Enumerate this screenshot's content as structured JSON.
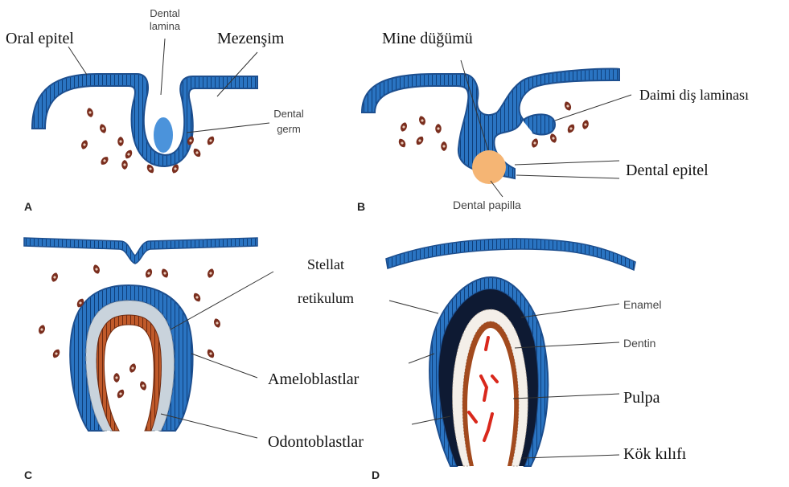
{
  "labels": {
    "oral_epitel": "Oral epitel",
    "dental_lamina_1": "Dental",
    "dental_lamina_2": "lamina",
    "mezenşim": "Mezenşim",
    "dental_germ_1": "Dental",
    "dental_germ_2": "germ",
    "mine_dugumu": "Mine düğümü",
    "daimi_dis_laminasi": "Daimi diş laminası",
    "dental_epitel": "Dental epitel",
    "dental_papilla": "Dental papilla",
    "stellat": "Stellat",
    "retikulum": "retikulum",
    "ameloblastlar": "Ameloblastlar",
    "odontoblastlar": "Odontoblastlar",
    "enamel": "Enamel",
    "dentin": "Dentin",
    "pulpa": "Pulpa",
    "kok_kilifi": "Kök kılıfı"
  },
  "panels": [
    "A",
    "B",
    "C",
    "D"
  ],
  "colors": {
    "epithelium": "#2a74c2",
    "epithelium_dark": "#1d4f8f",
    "mesenchyme_cell": "#7a2e1e",
    "papilla": "#f5b574",
    "stellate": "#c9d3dc",
    "odontoblast": "#c05a2a",
    "enamel": "#0e1a33",
    "pulp_red": "#d9281c"
  }
}
